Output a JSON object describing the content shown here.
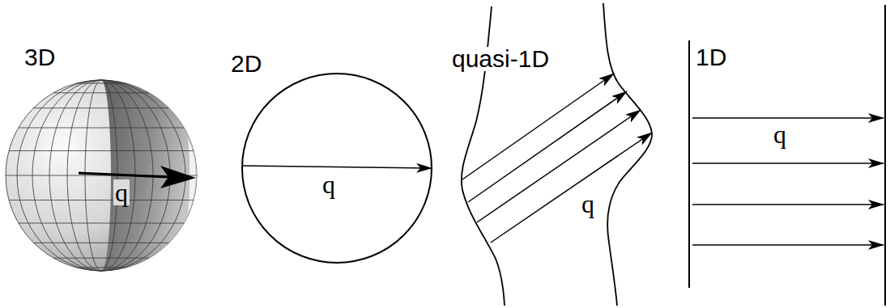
{
  "diagram": {
    "labels": [
      "3D",
      "q",
      "2D",
      "q",
      "quasi-1D",
      "q",
      "1D",
      "q"
    ]
  }
}
